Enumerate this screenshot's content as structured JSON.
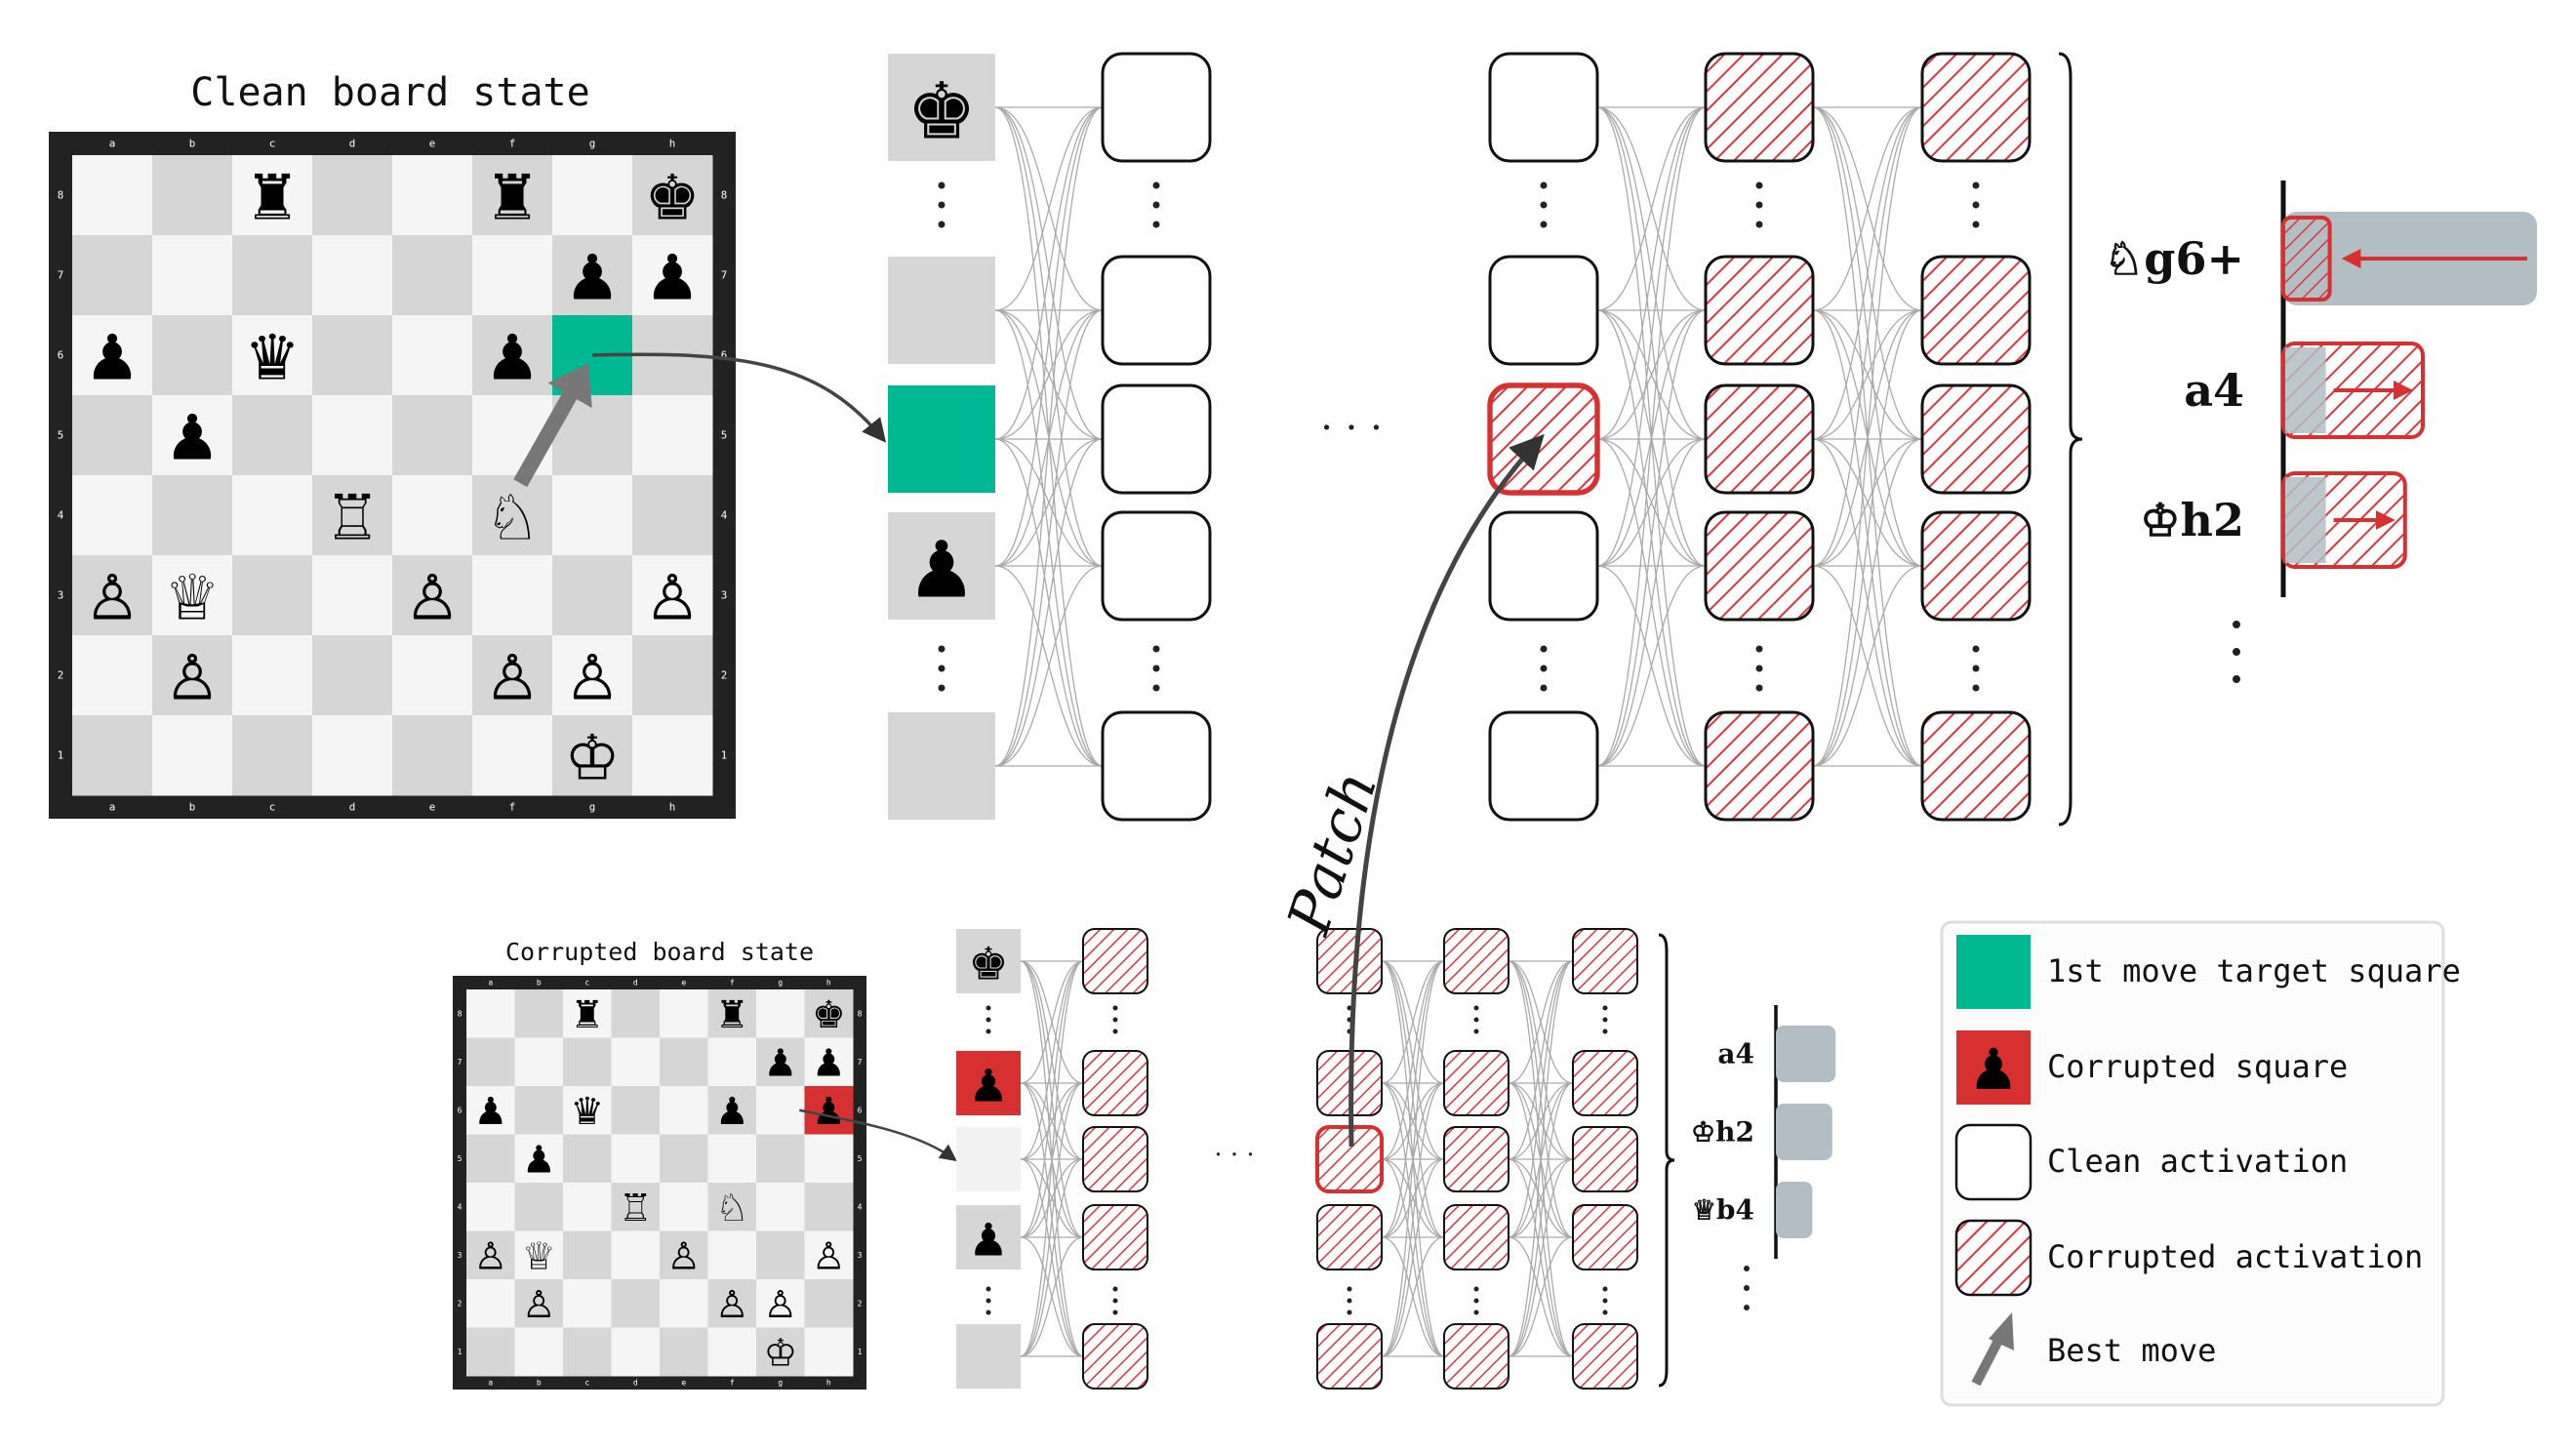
{
  "clean_board": {
    "title": "Clean board state",
    "files": [
      "a",
      "b",
      "c",
      "d",
      "e",
      "f",
      "g",
      "h"
    ],
    "ranks": [
      "8",
      "7",
      "6",
      "5",
      "4",
      "3",
      "2",
      "1"
    ],
    "pieces": [
      {
        "sq": "c8",
        "glyph": "♜"
      },
      {
        "sq": "f8",
        "glyph": "♜"
      },
      {
        "sq": "h8",
        "glyph": "♚"
      },
      {
        "sq": "g7",
        "glyph": "♟"
      },
      {
        "sq": "h7",
        "glyph": "♟"
      },
      {
        "sq": "a6",
        "glyph": "♟"
      },
      {
        "sq": "c6",
        "glyph": "♛"
      },
      {
        "sq": "f6",
        "glyph": "♟"
      },
      {
        "sq": "b5",
        "glyph": "♟"
      },
      {
        "sq": "d4",
        "glyph": "♖"
      },
      {
        "sq": "f4",
        "glyph": "♘"
      },
      {
        "sq": "a3",
        "glyph": "♙"
      },
      {
        "sq": "b3",
        "glyph": "♕"
      },
      {
        "sq": "e3",
        "glyph": "♙"
      },
      {
        "sq": "h3",
        "glyph": "♙"
      },
      {
        "sq": "b2",
        "glyph": "♙"
      },
      {
        "sq": "f2",
        "glyph": "♙"
      },
      {
        "sq": "g2",
        "glyph": "♙"
      },
      {
        "sq": "g1",
        "glyph": "♔"
      }
    ],
    "highlight_square": "g6",
    "best_move": {
      "from": "f4",
      "to": "g6"
    }
  },
  "corrupted_board": {
    "title": "Corrupted board state",
    "files": [
      "a",
      "b",
      "c",
      "d",
      "e",
      "f",
      "g",
      "h"
    ],
    "ranks": [
      "8",
      "7",
      "6",
      "5",
      "4",
      "3",
      "2",
      "1"
    ],
    "pieces": [
      {
        "sq": "c8",
        "glyph": "♜"
      },
      {
        "sq": "f8",
        "glyph": "♜"
      },
      {
        "sq": "h8",
        "glyph": "♚"
      },
      {
        "sq": "g7",
        "glyph": "♟"
      },
      {
        "sq": "h7",
        "glyph": "♟"
      },
      {
        "sq": "a6",
        "glyph": "♟"
      },
      {
        "sq": "c6",
        "glyph": "♛"
      },
      {
        "sq": "f6",
        "glyph": "♟"
      },
      {
        "sq": "h6",
        "glyph": "♟"
      },
      {
        "sq": "b5",
        "glyph": "♟"
      },
      {
        "sq": "d4",
        "glyph": "♖"
      },
      {
        "sq": "f4",
        "glyph": "♘"
      },
      {
        "sq": "a3",
        "glyph": "♙"
      },
      {
        "sq": "b3",
        "glyph": "♕"
      },
      {
        "sq": "e3",
        "glyph": "♙"
      },
      {
        "sq": "h3",
        "glyph": "♙"
      },
      {
        "sq": "b2",
        "glyph": "♙"
      },
      {
        "sq": "f2",
        "glyph": "♙"
      },
      {
        "sq": "g2",
        "glyph": "♙"
      },
      {
        "sq": "g1",
        "glyph": "♔"
      }
    ],
    "highlight_square": "h6"
  },
  "top_network": {
    "input_tokens": [
      {
        "kind": "piece",
        "glyph": "♚"
      },
      {
        "kind": "dots"
      },
      {
        "kind": "empty"
      },
      {
        "kind": "target"
      },
      {
        "kind": "piece",
        "glyph": "♟"
      },
      {
        "kind": "dots"
      },
      {
        "kind": "empty"
      }
    ],
    "ellipsis": "· · ·"
  },
  "bottom_network": {
    "input_tokens": [
      {
        "kind": "piece",
        "glyph": "♚"
      },
      {
        "kind": "dots"
      },
      {
        "kind": "corrupt",
        "glyph": "♟"
      },
      {
        "kind": "blank"
      },
      {
        "kind": "piece",
        "glyph": "♟"
      },
      {
        "kind": "dots"
      },
      {
        "kind": "empty"
      }
    ],
    "ellipsis": "· · ·"
  },
  "patch_label": "Patch",
  "top_outputs": {
    "moves": [
      {
        "label": "♘g6+",
        "before": 0.16,
        "after": 1.0
      },
      {
        "label": "a4",
        "before": 0.16,
        "after": 0.55
      },
      {
        "label": "♔h2",
        "before": 0.16,
        "after": 0.48
      }
    ]
  },
  "bottom_outputs": {
    "moves": [
      {
        "label": "a4",
        "value": 0.9
      },
      {
        "label": "♔h2",
        "value": 0.85
      },
      {
        "label": "♕b4",
        "value": 0.55
      }
    ]
  },
  "legend": {
    "items": [
      {
        "label": "1st move target square"
      },
      {
        "label": "Corrupted square"
      },
      {
        "label": "Clean activation"
      },
      {
        "label": "Corrupted activation"
      },
      {
        "label": "Best move"
      }
    ]
  },
  "colors": {
    "target": "#00b894",
    "corrupt": "#d63031",
    "hatch": "#d9363e",
    "bar": "#b2bec3",
    "board_dark": "#d6d6d6",
    "board_light": "#f5f5f5",
    "frame": "#222222"
  }
}
